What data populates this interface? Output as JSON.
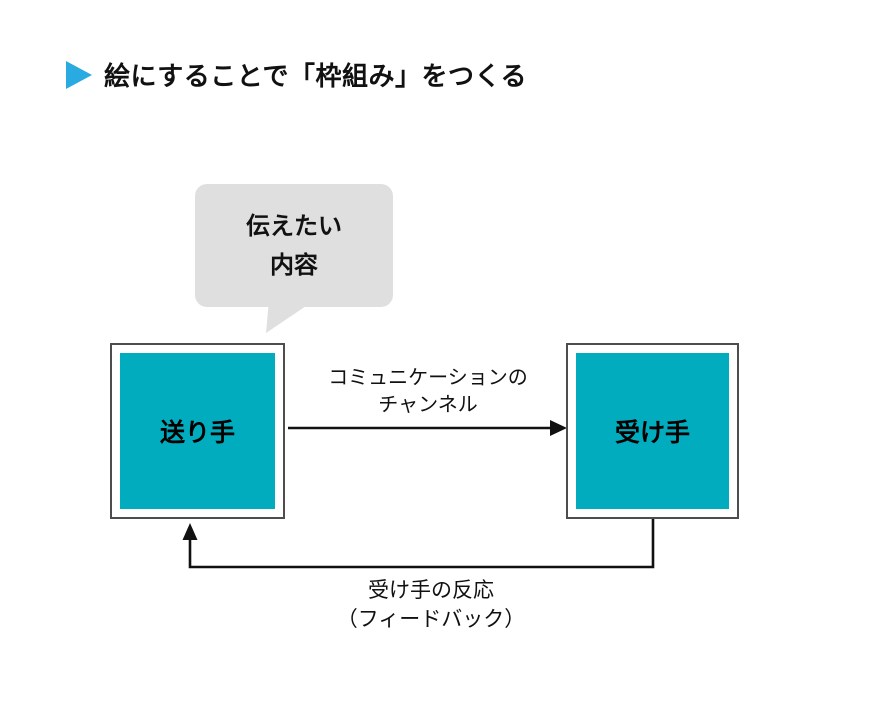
{
  "title": {
    "bullet_icon": "right-triangle-icon",
    "text": "絵にすることで「枠組み」をつくる"
  },
  "diagram": {
    "speech_bubble": {
      "text": "伝えたい\n内容"
    },
    "sender_box": {
      "label": "送り手"
    },
    "receiver_box": {
      "label": "受け手"
    },
    "channel_arrow": {
      "label": "コミュニケーションの\nチャンネル",
      "direction": "sender-to-receiver"
    },
    "feedback_arrow": {
      "label": "受け手の反応\n（フィードバック）",
      "direction": "receiver-to-sender"
    }
  },
  "colors": {
    "accent_blue": "#29ABE2",
    "box_teal": "#00ACBD",
    "bubble_gray": "#DFDFE0",
    "box_border": "#4D4D4D",
    "line_black": "#111111"
  }
}
